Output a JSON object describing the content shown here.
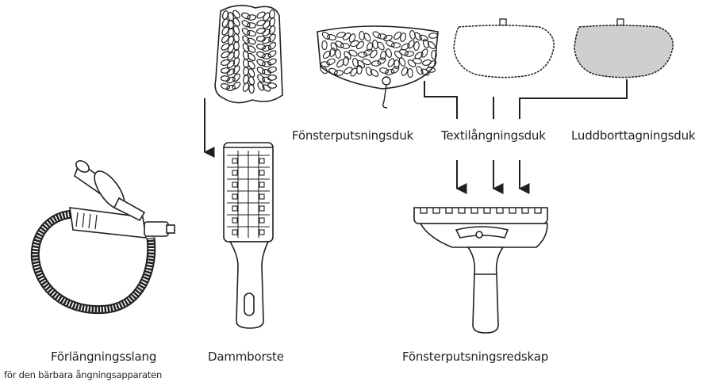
{
  "labels": {
    "window_cloth": "Fönsterputsningsduk",
    "textile_cloth": "Textilångningsduk",
    "lint_cloth": "Luddborttagningsduk",
    "extension_hose": "Förlängningsslang",
    "extension_hose_sub": "för den bärbara ångningsapparaten",
    "dust_brush": "Dammborste",
    "window_tool": "Fönsterputsningsredskap"
  },
  "colors": {
    "line": "#231f20",
    "lint_fill": "#cfcfcf",
    "background": "#ffffff"
  }
}
